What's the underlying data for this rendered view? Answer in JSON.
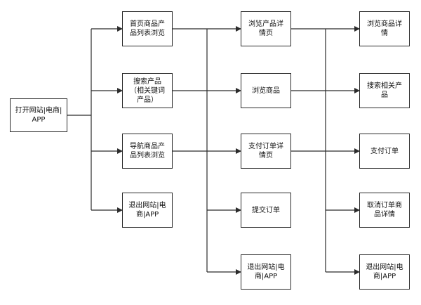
{
  "diagram": {
    "nodes": {
      "start": "打开网站|电商|APP",
      "home_list": "首页商品产品列表浏览",
      "search": "搜索产品（相关键词产品）",
      "nav_list": "导航商品产品列表浏览",
      "exit_1": "退出网站|电商|APP",
      "browse_detail": "浏览产品详情页",
      "browse_goods": "浏览商品",
      "pay_detail": "支付订单详情页",
      "submit_order": "提交订单",
      "exit_2": "退出网站|电商|APP",
      "view_goods_detail": "浏览商品详情",
      "search_related": "搜索相关产品",
      "pay_order": "支付订单",
      "cancel_order_detail": "取消订单商品详情",
      "exit_3": "退出网站|电商|APP"
    }
  }
}
